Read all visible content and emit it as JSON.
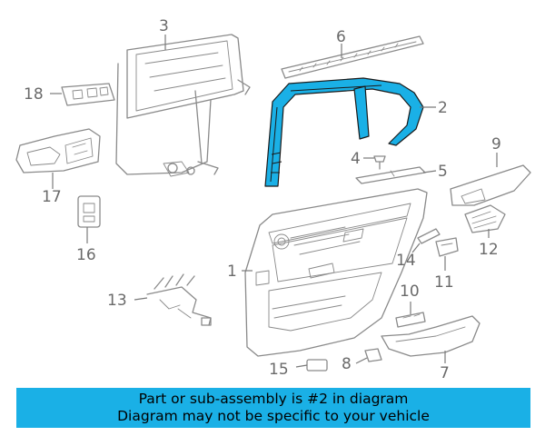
{
  "callouts": {
    "c1": "1",
    "c2": "2",
    "c3": "3",
    "c4": "4",
    "c5": "5",
    "c6": "6",
    "c7": "7",
    "c8": "8",
    "c9": "9",
    "c10": "10",
    "c11": "11",
    "c12": "12",
    "c13": "13",
    "c14": "14",
    "c15": "15",
    "c16": "16",
    "c17": "17",
    "c18": "18"
  },
  "banner": {
    "line1": "Part or sub-assembly is #2 in diagram",
    "line2": "Diagram may not be specific to your vehicle"
  },
  "colors": {
    "highlight": "#1ab0e6",
    "line": "#8a8a8a",
    "banner": "#1ab0e6"
  }
}
